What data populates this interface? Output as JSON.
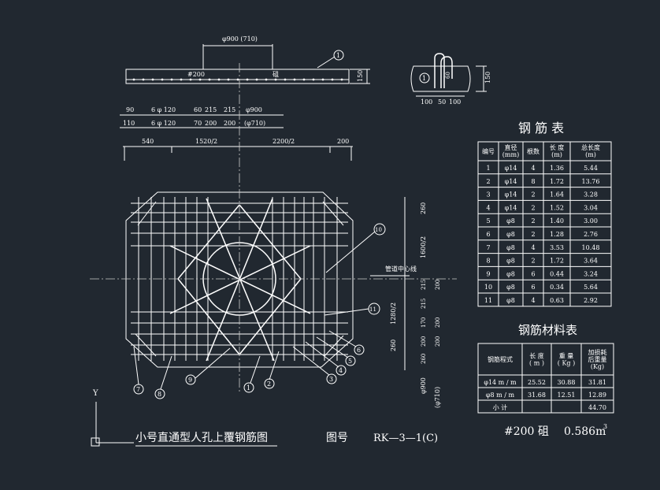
{
  "title_block": {
    "drawing_title": "小号直通型人孔上覆钢筋图",
    "drawing_no_label": "图号",
    "drawing_no": "RK—3—1(C)"
  },
  "concrete_note": {
    "grade": "#200 砠",
    "volume": "0.586m",
    "exp": "3"
  },
  "section_top": {
    "diameter_label": "φ900 (710)",
    "grade_left": "#200",
    "grade_right": "砠",
    "thickness": "150",
    "dim_row1": [
      "90",
      "6 φ 120",
      "60",
      "215",
      "215",
      "φ900"
    ],
    "dim_row2": [
      "110",
      "6 φ 120",
      "70",
      "200",
      "200",
      "(φ710)"
    ],
    "dim_row3": [
      "540",
      "1520/2",
      "2200/2",
      "200"
    ]
  },
  "detail": {
    "dims": [
      "100",
      "50",
      "100"
    ],
    "height": "150",
    "inner": "60"
  },
  "plan": {
    "centerline_label": "管道中心线",
    "right_dims": [
      "260",
      "1600/2",
      "215",
      "200",
      "215",
      "1280/2",
      "170",
      "200",
      "200",
      "200",
      "260",
      "260",
      "φ900",
      "(φ710)"
    ]
  },
  "callouts": [
    "1",
    "2",
    "3",
    "4",
    "5",
    "6",
    "7",
    "8",
    "9",
    "10",
    "11"
  ],
  "rebar_table": {
    "title": "钢   筋   表",
    "headers": [
      "编号",
      "直径\n(mm)",
      "根数",
      "长 度\n(m)",
      "总长度\n(m)"
    ],
    "rows": [
      [
        "1",
        "φ14",
        "4",
        "1.36",
        "5.44"
      ],
      [
        "2",
        "φ14",
        "8",
        "1.72",
        "13.76"
      ],
      [
        "3",
        "φ14",
        "2",
        "1.64",
        "3.28"
      ],
      [
        "4",
        "φ14",
        "2",
        "1.52",
        "3.04"
      ],
      [
        "5",
        "φ8",
        "2",
        "1.40",
        "3.00"
      ],
      [
        "6",
        "φ8",
        "2",
        "1.28",
        "2.76"
      ],
      [
        "7",
        "φ8",
        "4",
        "3.53",
        "10.48"
      ],
      [
        "8",
        "φ8",
        "2",
        "1.72",
        "3.64"
      ],
      [
        "9",
        "φ8",
        "6",
        "0.44",
        "3.24"
      ],
      [
        "10",
        "φ8",
        "6",
        "0.34",
        "5.64"
      ],
      [
        "11",
        "φ8",
        "4",
        "0.63",
        "2.92"
      ]
    ]
  },
  "material_table": {
    "title": "钢筋材料表",
    "headers": [
      "钢筋程式",
      "长 度\n( m )",
      "重 量\n( Kg )",
      "加损耗\n后重量\n(Kg)"
    ],
    "rows": [
      [
        "φ14 m / m",
        "25.52",
        "30.88",
        "31.81"
      ],
      [
        "φ8 m / m",
        "31.68",
        "12.51",
        "12.89"
      ],
      [
        "小  计",
        "",
        "",
        "44.70"
      ]
    ]
  }
}
